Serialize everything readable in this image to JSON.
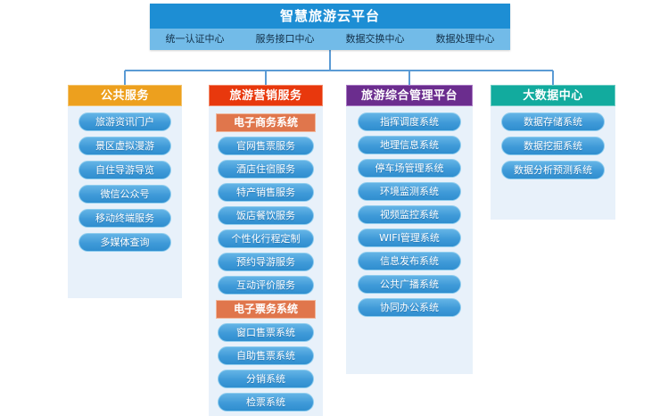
{
  "platform": {
    "title": "智慧旅游云平台",
    "centers": [
      "统一认证中心",
      "服务接口中心",
      "数据交换中心",
      "数据处理中心"
    ],
    "title_color": "#1d8ed4",
    "centers_color": "#72bbe8"
  },
  "connector_color": "#5b9bd5",
  "columns": [
    {
      "title": "公共服务",
      "color": "#eda01e",
      "items": [
        {
          "type": "item",
          "label": "旅游资讯门户"
        },
        {
          "type": "item",
          "label": "景区虚拟漫游"
        },
        {
          "type": "item",
          "label": "自住导游导览"
        },
        {
          "type": "item",
          "label": "微信公众号"
        },
        {
          "type": "item",
          "label": "移动终端服务"
        },
        {
          "type": "item",
          "label": "多媒体查询"
        }
      ]
    },
    {
      "title": "旅游营销服务",
      "color": "#e8380d",
      "items": [
        {
          "type": "group",
          "label": "电子商务系统"
        },
        {
          "type": "item",
          "label": "官网售票服务"
        },
        {
          "type": "item",
          "label": "酒店住宿服务"
        },
        {
          "type": "item",
          "label": "特产销售服务"
        },
        {
          "type": "item",
          "label": "饭店餐饮服务"
        },
        {
          "type": "item",
          "label": "个性化行程定制"
        },
        {
          "type": "item",
          "label": "预约导游服务"
        },
        {
          "type": "item",
          "label": "互动评价服务"
        },
        {
          "type": "group",
          "label": "电子票务系统"
        },
        {
          "type": "item",
          "label": "窗口售票系统"
        },
        {
          "type": "item",
          "label": "自助售票系统"
        },
        {
          "type": "item",
          "label": "分销系统"
        },
        {
          "type": "item",
          "label": "检票系统"
        }
      ]
    },
    {
      "title": "旅游综合管理平台",
      "color": "#6b2d8e",
      "items": [
        {
          "type": "item",
          "label": "指挥调度系统"
        },
        {
          "type": "item",
          "label": "地理信息系统"
        },
        {
          "type": "item",
          "label": "停车场管理系统"
        },
        {
          "type": "item",
          "label": "环境监测系统"
        },
        {
          "type": "item",
          "label": "视频监控系统"
        },
        {
          "type": "item",
          "label": "WIFI管理系统"
        },
        {
          "type": "item",
          "label": "信息发布系统"
        },
        {
          "type": "item",
          "label": "公共广播系统"
        },
        {
          "type": "item",
          "label": "协同办公系统"
        }
      ]
    },
    {
      "title": "大数据中心",
      "color": "#12ab9e",
      "items": [
        {
          "type": "item",
          "label": "数据存储系统"
        },
        {
          "type": "item",
          "label": "数据挖掘系统"
        },
        {
          "type": "item",
          "label": "数据分析预测系统"
        }
      ]
    }
  ]
}
